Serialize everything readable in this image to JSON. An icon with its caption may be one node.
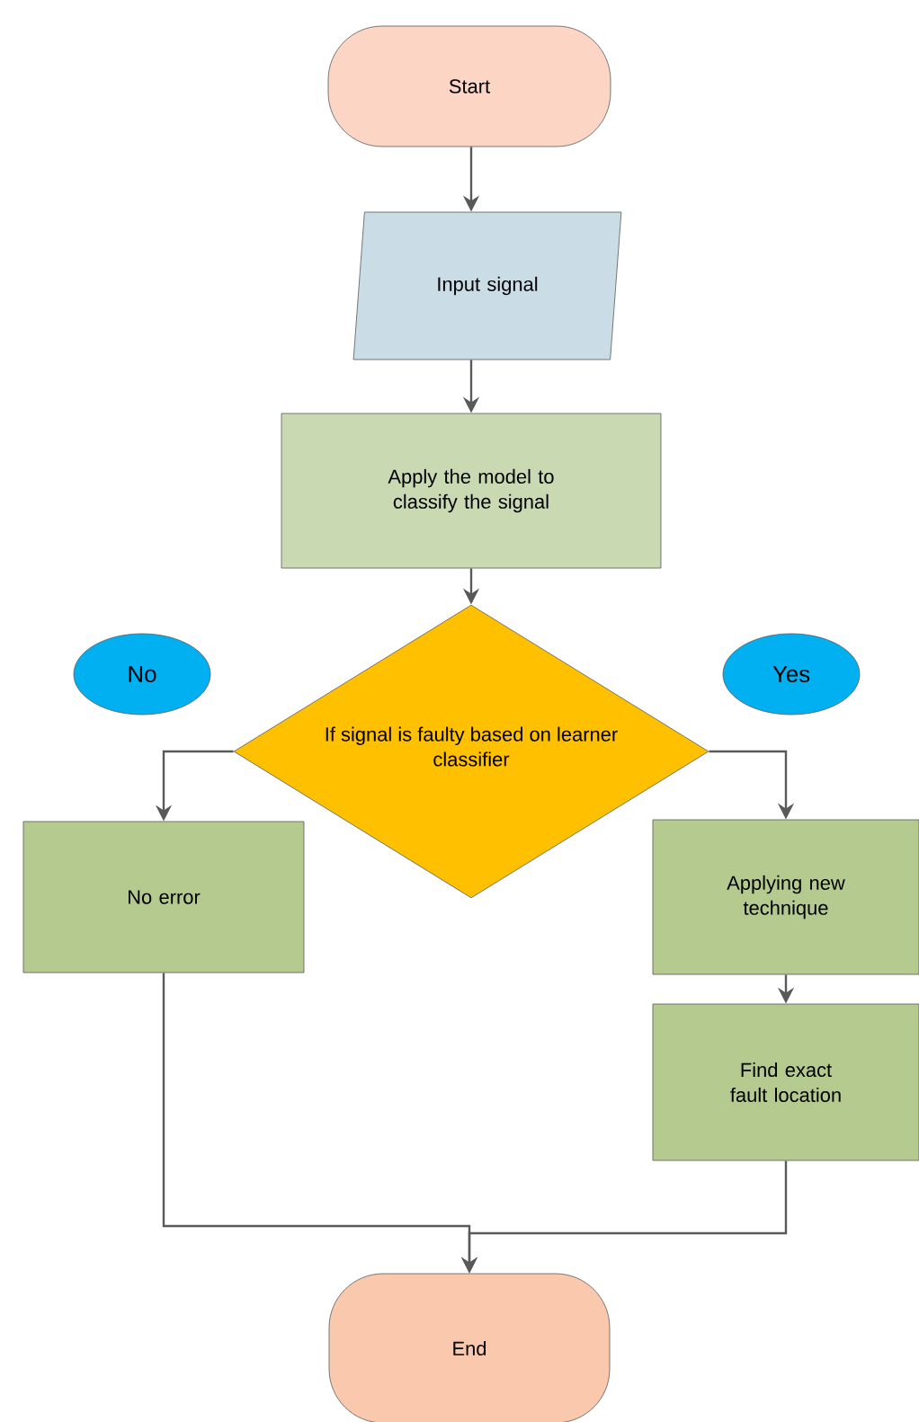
{
  "diagram": {
    "nodes": [
      {
        "text": [
          "Start"
        ]
      },
      {
        "text": [
          "Input signal"
        ]
      },
      {
        "text": [
          "Apply the model to classify the signal"
        ]
      },
      {
        "text": [
          "If signal is faulty based on learner classifier"
        ]
      },
      {
        "text": [
          "No"
        ]
      },
      {
        "text": [
          "Yes"
        ]
      },
      {
        "text": [
          "No error"
        ]
      },
      {
        "text": [
          "Applying new technique"
        ]
      },
      {
        "text": [
          "Find exact fault location"
        ]
      },
      {
        "text": [
          "End"
        ]
      }
    ],
    "edges": [
      {
        "from": 0,
        "to": 1,
        "arrow": "to"
      },
      {
        "from": 1,
        "to": 2,
        "arrow": "to"
      },
      {
        "from": 2,
        "to": 3,
        "arrow": "to"
      },
      {
        "from": 3,
        "to": 6,
        "arrow": "to"
      },
      {
        "from": 3,
        "to": 7,
        "arrow": "to"
      },
      {
        "from": 7,
        "to": 8,
        "arrow": "to"
      },
      {
        "from": 6,
        "to": 9,
        "arrow": "to"
      },
      {
        "from": 8,
        "to": 9,
        "arrow": "to"
      }
    ]
  }
}
